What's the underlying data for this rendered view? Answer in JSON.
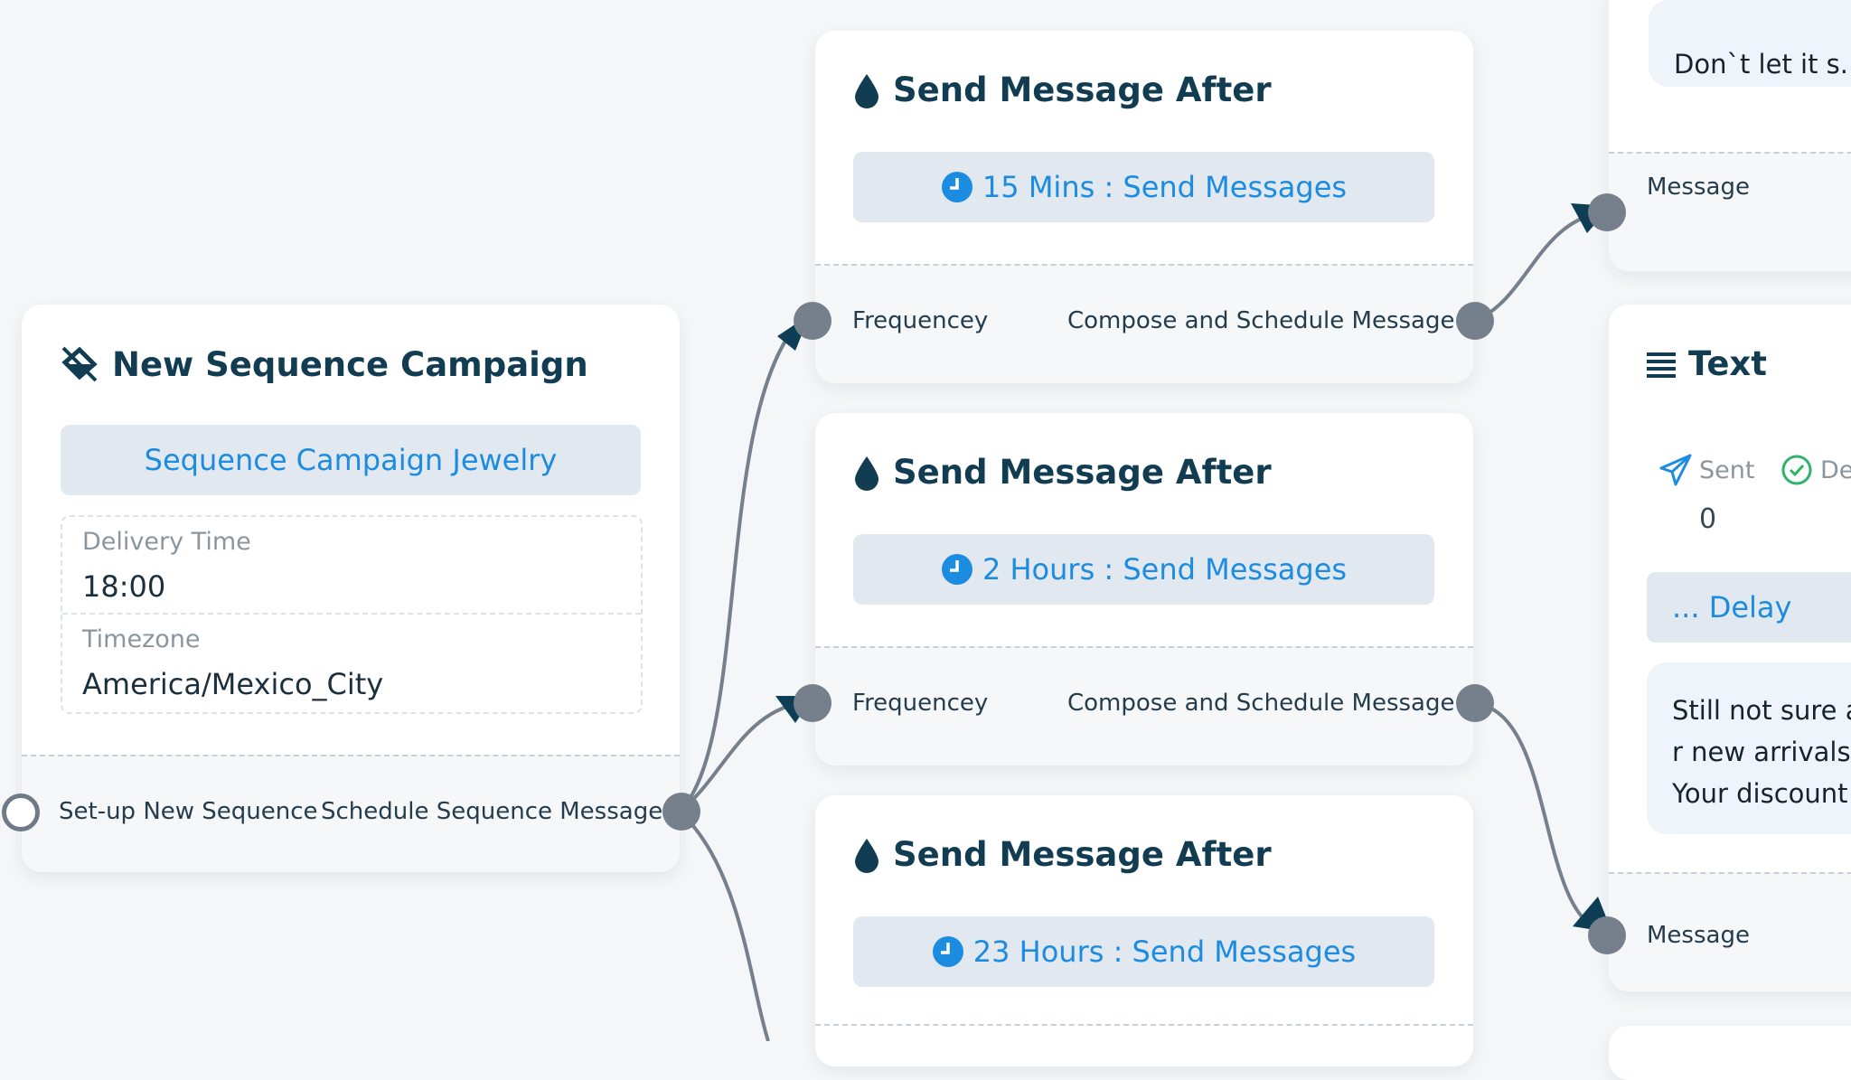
{
  "campaign_node": {
    "title": "New Sequence Campaign",
    "campaign_name": "Sequence Campaign Jewelry",
    "delivery_time_label": "Delivery Time",
    "delivery_time_value": "18:00",
    "timezone_label": "Timezone",
    "timezone_value": "America/Mexico_City",
    "setup_label": "Set-up New Sequence",
    "schedule_label": "Schedule Sequence Message"
  },
  "send_after_nodes": [
    {
      "title": "Send Message After",
      "delay": "15 Mins : Send Messages",
      "left_label": "Frequencey",
      "right_label": "Compose and Schedule Message"
    },
    {
      "title": "Send Message After",
      "delay": "2 Hours : Send Messages",
      "left_label": "Frequencey",
      "right_label": "Compose and Schedule Message"
    },
    {
      "title": "Send Message After",
      "delay": "23 Hours : Send Messages"
    }
  ],
  "right_nodes": {
    "top_message_preview": "Don`t let it s...",
    "top_port_label": "Message",
    "text_node": {
      "title": "Text",
      "sent_label": "Sent",
      "sent_value": "0",
      "delivered_label_partial": "De",
      "delay_label": "... Delay",
      "message_lines": [
        "Still not sure al",
        "r new arrivals h",
        "Your discount i"
      ],
      "port_label": "Message"
    }
  },
  "colors": {
    "background": "#f4f6f8",
    "accent_blue": "#1c8ce0",
    "title_navy": "#123c52",
    "port_gray": "#76808c",
    "sent_check_green": "#2fb36b"
  }
}
